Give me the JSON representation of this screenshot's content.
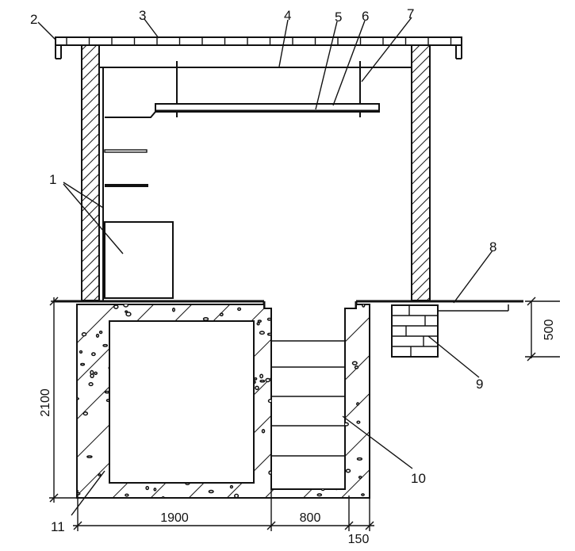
{
  "callouts": [
    "1",
    "2",
    "3",
    "4",
    "5",
    "6",
    "7",
    "8",
    "9",
    "10",
    "11"
  ],
  "dimensions": {
    "depth_total": "2100",
    "width_left_chamber": "1900",
    "width_stair": "800",
    "wall_thickness": "150",
    "floor_rise": "500"
  }
}
